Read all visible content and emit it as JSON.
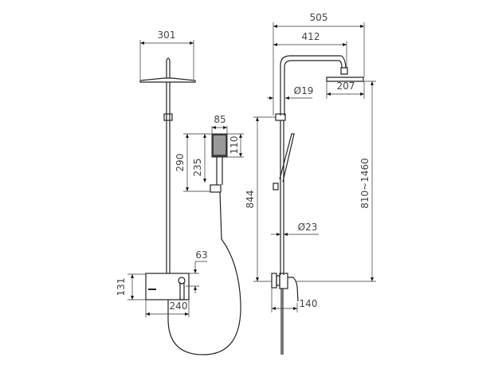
{
  "title": "Shower system dimension drawing",
  "front_view": {
    "dims": {
      "head_width": "301",
      "hand_head_width": "85",
      "hand_head_height": "110",
      "hand_holder_height": "235",
      "hand_total_height": "290",
      "mixer_height": "131",
      "mixer_width": "240",
      "lever_offset": "63"
    }
  },
  "side_view": {
    "dims": {
      "total_reach": "505",
      "arm_reach": "412",
      "arm_diameter": "Ø19",
      "head_depth": "207",
      "height_range": "810~1460",
      "riser_height": "844",
      "pole_diameter": "Ø23",
      "mixer_depth": "140"
    }
  },
  "colors": {
    "line": "#222222",
    "background": "#ffffff"
  }
}
